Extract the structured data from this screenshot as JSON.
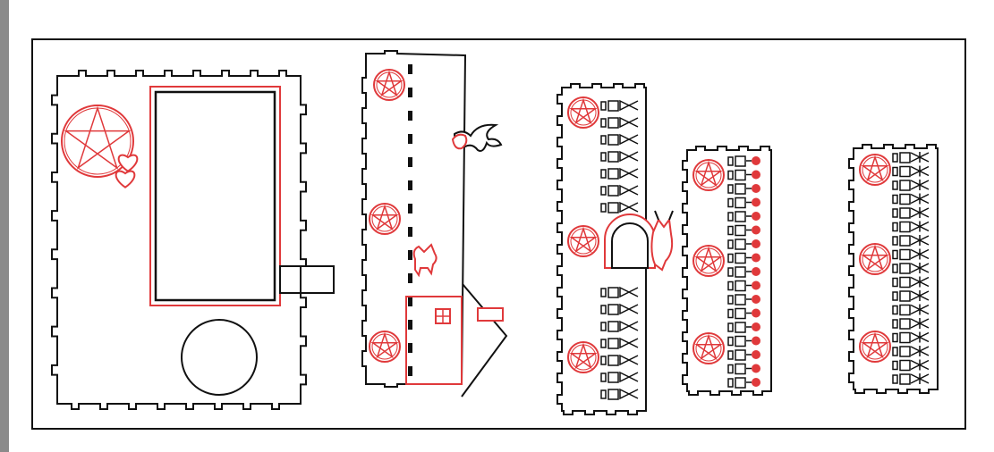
{
  "canvas": {
    "background": "#ffffff",
    "left_rule": "#8a8a8a"
  },
  "colors": {
    "cut": "#111111",
    "engrave": "#e0393b"
  },
  "panels": [
    {
      "id": "panel-screen-body",
      "features": [
        "pentagram-icon",
        "heart-icon",
        "screen-window",
        "side-tab",
        "dial-hole"
      ]
    },
    {
      "id": "panel-house-strip",
      "features": [
        "pentagram-icon",
        "pentagram-icon",
        "pentagram-icon",
        "slot-column",
        "bat-icon",
        "cat-icon",
        "house-icon"
      ]
    },
    {
      "id": "panel-arch-strip",
      "features": [
        "pentagram-icon",
        "pentagram-icon",
        "pentagram-icon",
        "glyph-column",
        "arch-window",
        "cat-icon"
      ]
    },
    {
      "id": "panel-dot-strip",
      "features": [
        "pentagram-icon",
        "pentagram-icon",
        "pentagram-icon",
        "glyph-column",
        "dot-column"
      ]
    },
    {
      "id": "panel-arrow-strip",
      "features": [
        "pentagram-icon",
        "pentagram-icon",
        "pentagram-icon",
        "glyph-column",
        "arrow-column"
      ]
    }
  ]
}
